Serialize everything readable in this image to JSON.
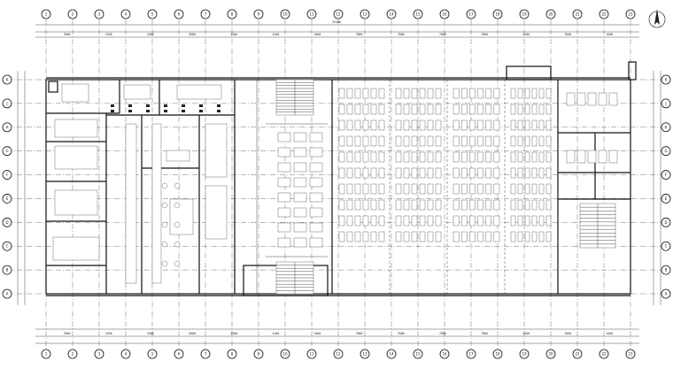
{
  "grid_columns": [
    "1",
    "2",
    "3",
    "4",
    "5",
    "6",
    "7",
    "8",
    "9",
    "10",
    "11",
    "12",
    "13",
    "14",
    "15",
    "16",
    "17",
    "18",
    "19",
    "20",
    "21",
    "22",
    "23"
  ],
  "grid_rows": [
    "A",
    "B",
    "C",
    "D",
    "E",
    "F",
    "G",
    "H",
    "J",
    "K"
  ],
  "dimensions_top": [
    "3900",
    "2550",
    "2600",
    "3600",
    "4300",
    "4100",
    "3400",
    "7800",
    "7800",
    "7800",
    "7800",
    "4200",
    "3500",
    "4200"
  ],
  "dimensions_bottom": [
    "3900",
    "2550",
    "2600",
    "3600",
    "4300",
    "4100",
    "3400",
    "7800",
    "7800",
    "7800",
    "7800",
    "4200",
    "3500",
    "4200"
  ],
  "overall_width": "92400",
  "notes_left": [
    "",
    "",
    ""
  ],
  "colors": {
    "line": "#111111",
    "background": "#ffffff"
  },
  "icons": {
    "north_arrow": "north-arrow-icon"
  }
}
